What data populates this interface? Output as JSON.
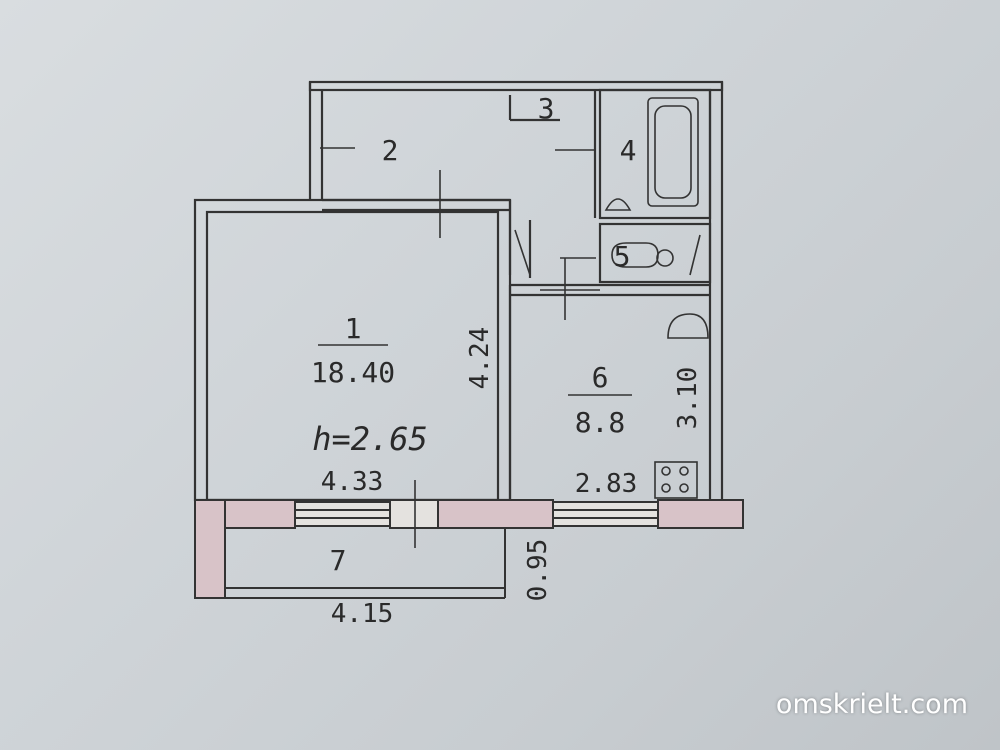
{
  "rooms": [
    {
      "number": "1",
      "area": "18.40"
    },
    {
      "number": "2"
    },
    {
      "number": "3"
    },
    {
      "number": "4"
    },
    {
      "number": "5"
    },
    {
      "number": "6",
      "area": "8.8"
    },
    {
      "number": "7"
    }
  ],
  "ceiling_height": "h=2.65",
  "dimensions": {
    "room1_width": "4.33",
    "room1_length": "4.24",
    "room6_width": "2.83",
    "room6_length": "3.10",
    "balcony_width": "4.15",
    "balcony_depth": "0.95"
  },
  "watermark": "omskrielt.com",
  "colors": {
    "wall_fill": "#d8c3c8",
    "line": "#333333"
  }
}
